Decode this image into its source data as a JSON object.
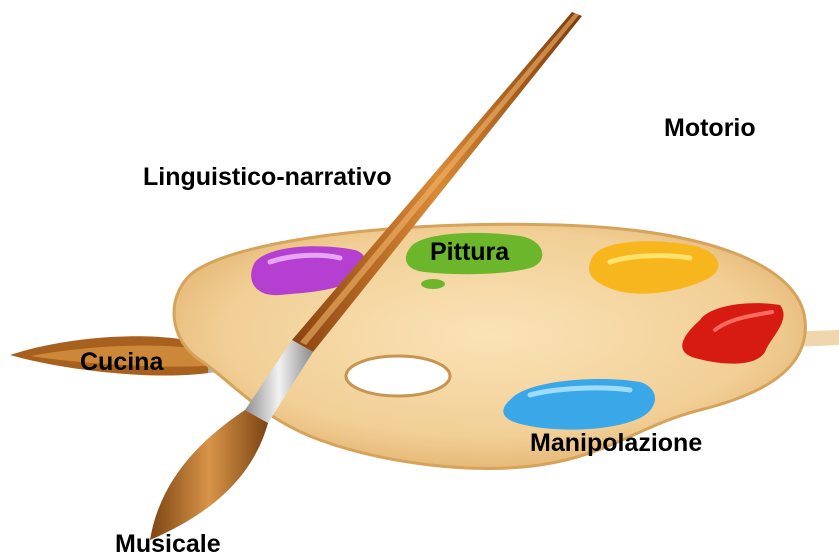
{
  "labels": {
    "motorio": "Motorio",
    "linguistico": "Linguistico-narrativo",
    "pittura": "Pittura",
    "cucina": "Cucina",
    "manipolazione": "Manipolazione",
    "musicale": "Musicale"
  },
  "colors": {
    "palette_wood": "#f3d39e",
    "palette_edge": "#d9a862",
    "paint_purple": "#b43fd0",
    "paint_green": "#6bb62a",
    "paint_yellow": "#f7b51e",
    "paint_red": "#d81b12",
    "paint_blue": "#3aa7e8",
    "brush_handle": "#b5651d",
    "ferrule": "#b9b9b9",
    "bristles": "#b8742c"
  },
  "icons": [
    "painter-palette-icon",
    "paintbrush-icon",
    "flat-brush-icon"
  ]
}
